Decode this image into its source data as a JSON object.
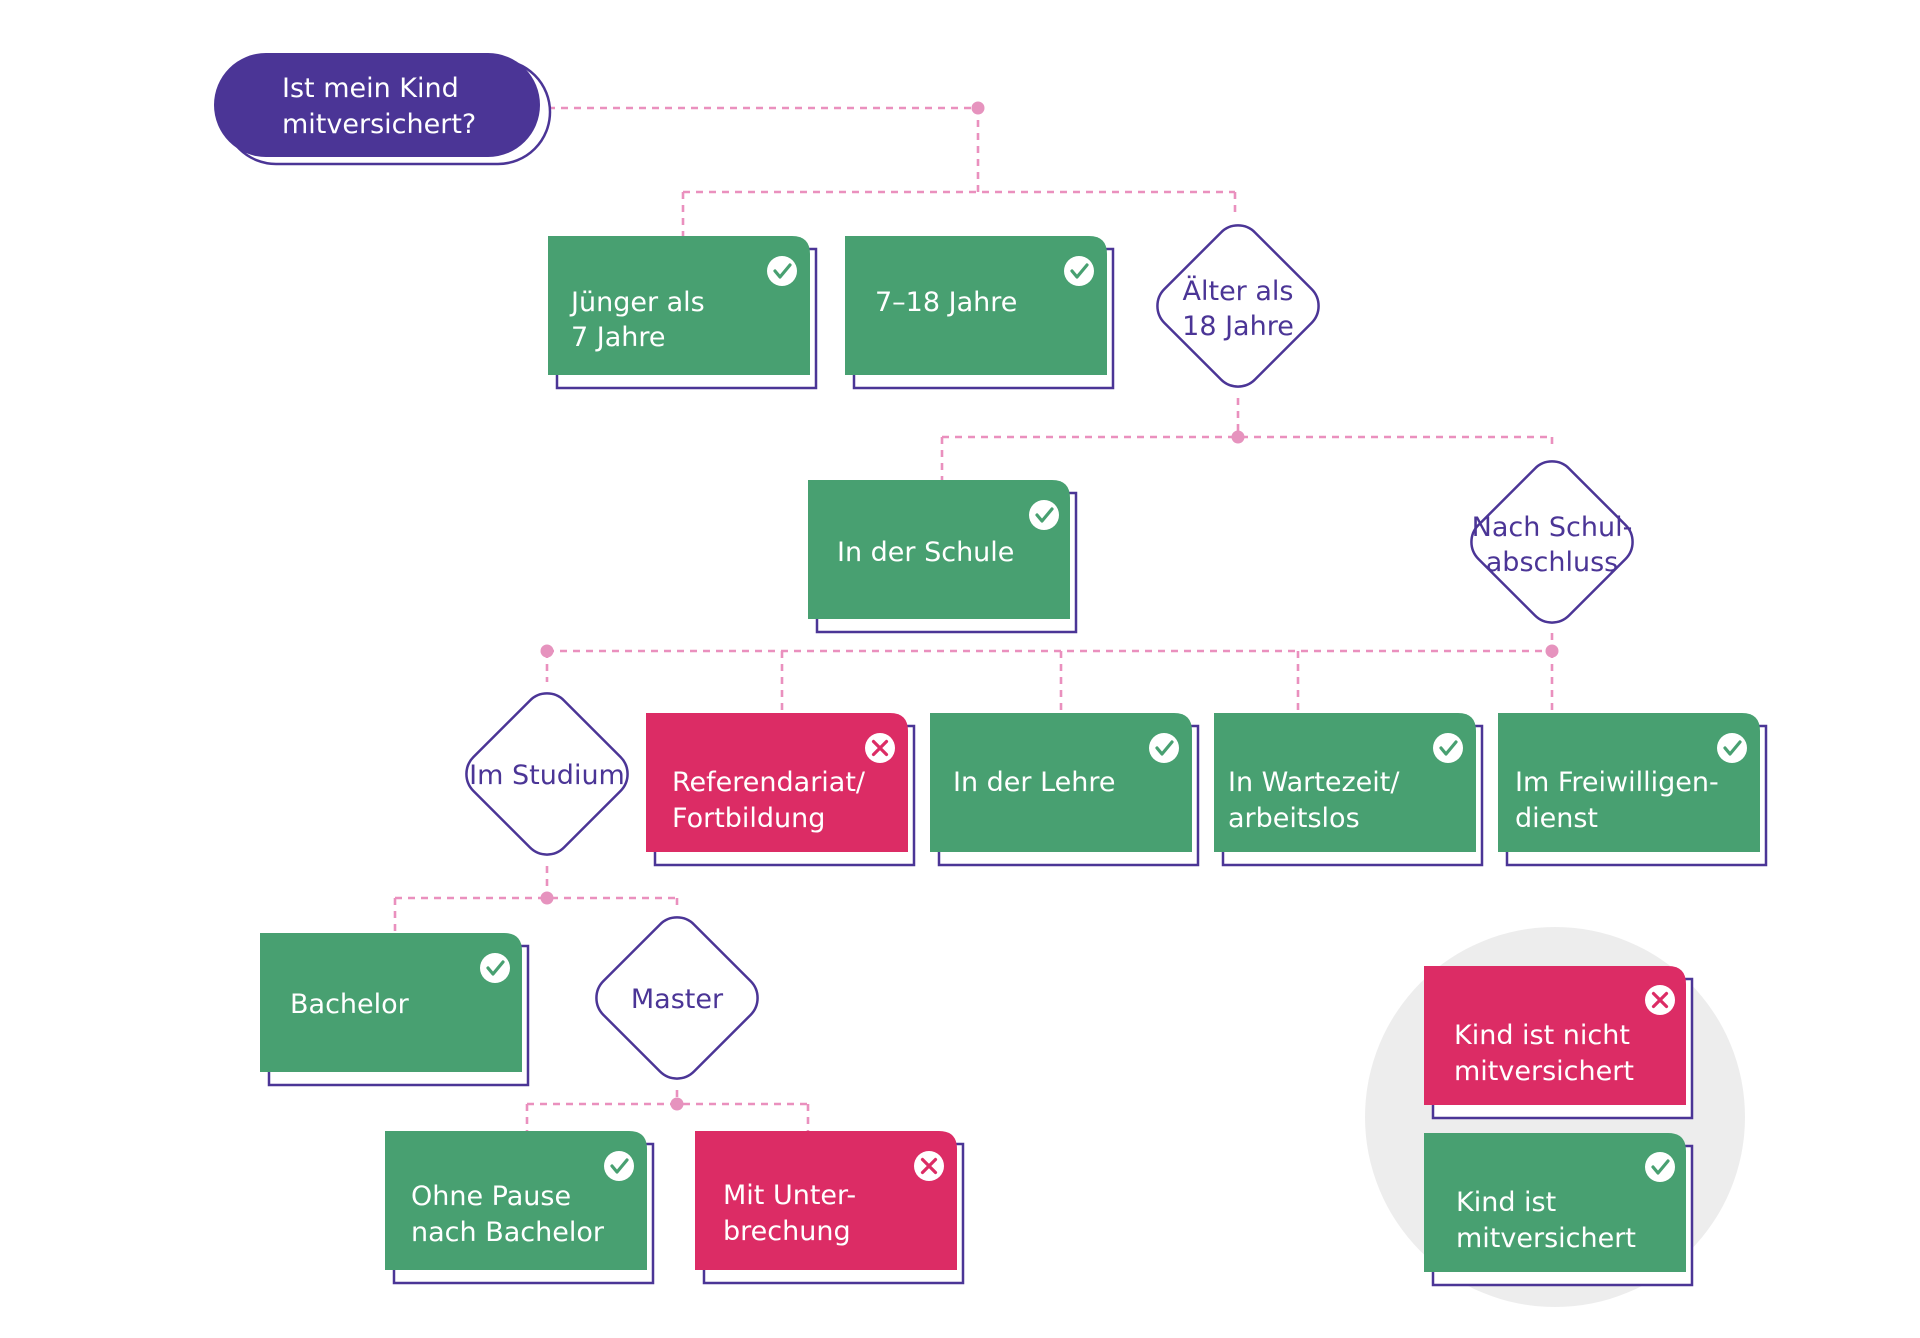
{
  "colors": {
    "purple": "#4B3596",
    "green": "#48A071",
    "red": "#DC2C65",
    "connector": "#EA90BE",
    "legend_bg": "#EDEDED",
    "white": "#FFFFFF"
  },
  "start": {
    "line1": "Ist mein Kind",
    "line2": "mitversichert?"
  },
  "age": {
    "under7": {
      "line1": "Jünger als",
      "line2": "7 Jahre",
      "status": "check-icon"
    },
    "age7to18": {
      "line1": "7–18 Jahre",
      "status": "check-icon"
    },
    "over18": {
      "line1": "Älter als",
      "line2": "18 Jahre"
    }
  },
  "over18": {
    "school": {
      "line1": "In der Schule",
      "status": "check-icon"
    },
    "graduated": {
      "line1": "Nach Schul-",
      "line2": "abschluss"
    }
  },
  "after_school": {
    "study": {
      "line1": "Im Studium"
    },
    "traineeship": {
      "line1": "Referendariat/",
      "line2": "Fortbildung",
      "status": "x-icon"
    },
    "apprenticeship": {
      "line1": "In der Lehre",
      "status": "check-icon"
    },
    "waiting": {
      "line1": "In Wartezeit/",
      "line2": "arbeitslos",
      "status": "check-icon"
    },
    "volunteer": {
      "line1": "Im Freiwilligen-",
      "line2": "dienst",
      "status": "check-icon"
    }
  },
  "study": {
    "bachelor": {
      "line1": "Bachelor",
      "status": "check-icon"
    },
    "master": {
      "line1": "Master"
    }
  },
  "master": {
    "no_pause": {
      "line1": "Ohne Pause",
      "line2": "nach Bachelor",
      "status": "check-icon"
    },
    "interrupted": {
      "line1": "Mit Unter-",
      "line2": "brechung",
      "status": "x-icon"
    }
  },
  "legend": {
    "not_insured": {
      "line1": "Kind ist nicht",
      "line2": "mitversichert",
      "status": "x-icon"
    },
    "insured": {
      "line1": "Kind ist",
      "line2": "mitversichert",
      "status": "check-icon"
    }
  }
}
